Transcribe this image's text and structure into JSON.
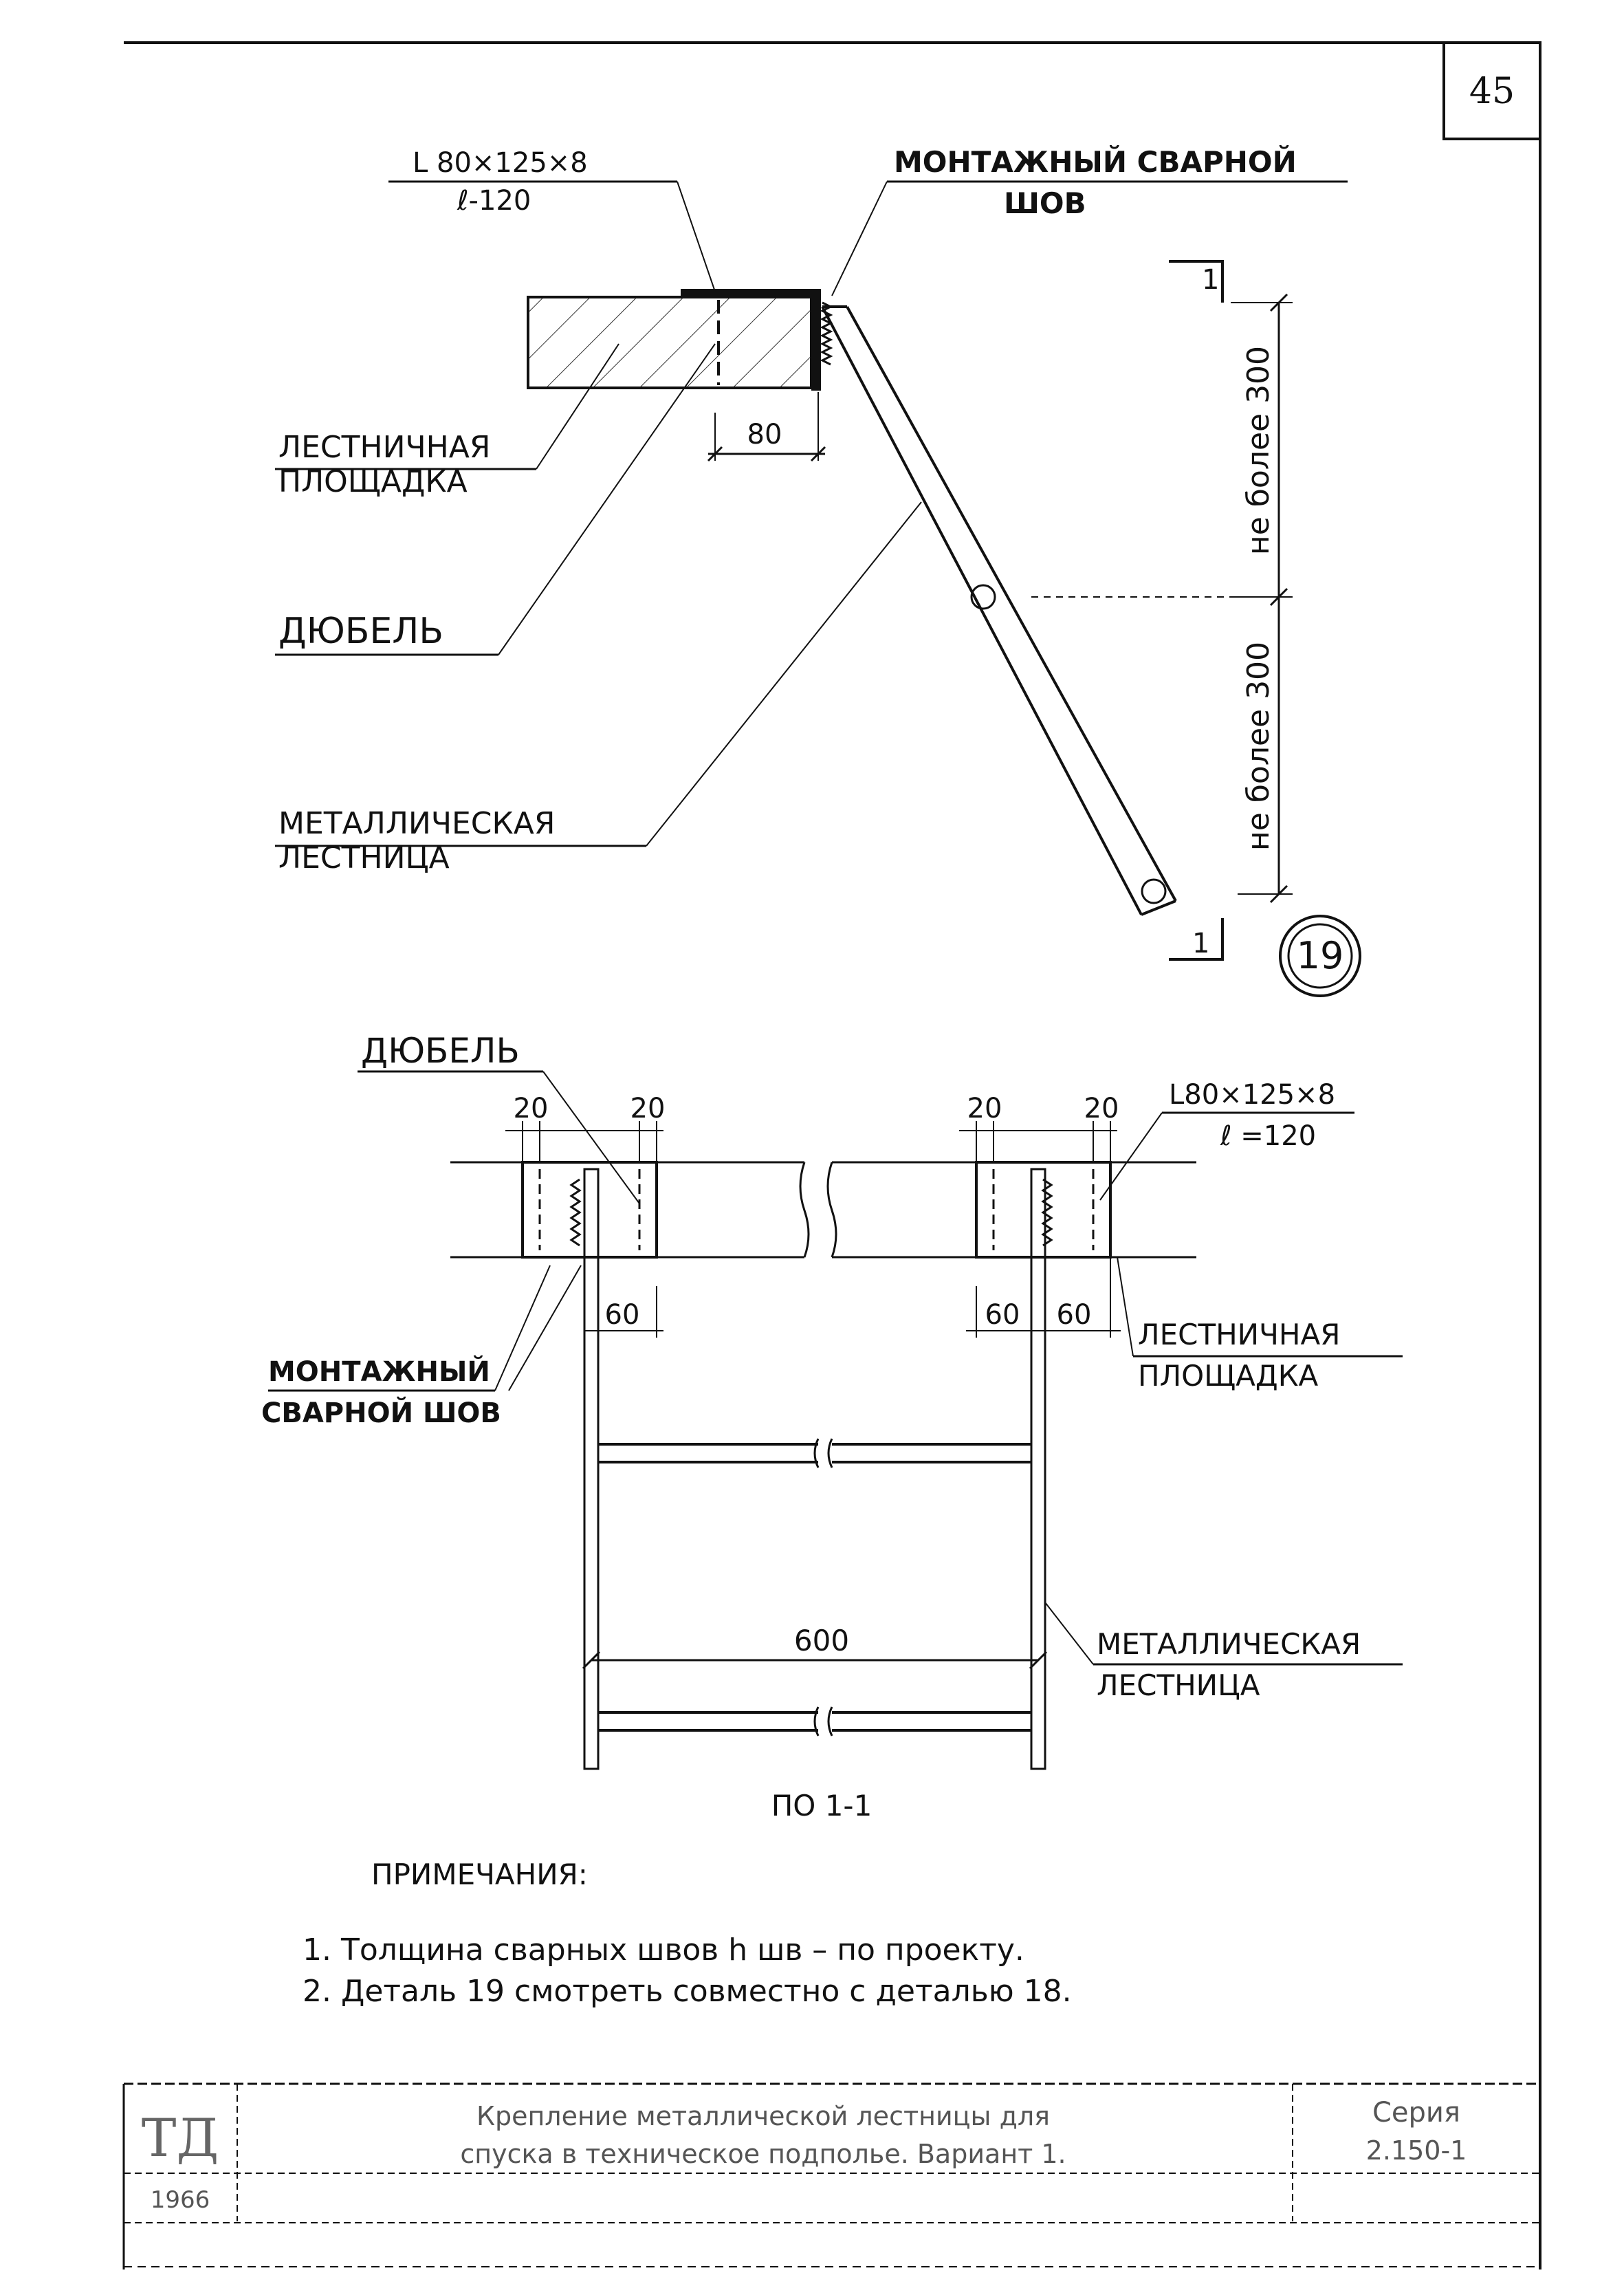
{
  "sheet": {
    "page_number": "45",
    "detail_number": "19",
    "section_marker": "1"
  },
  "elevation": {
    "angle_label_line1": "L 80×125×8",
    "angle_label_line2": "ℓ-120",
    "weld_label_line1": "МОНТАЖНЫЙ СВАРНОЙ",
    "weld_label_line2": "ШОВ",
    "landing_label_line1": "ЛЕСТНИЧНАЯ",
    "landing_label_line2": "ПЛОЩАДКА",
    "dowel_label": "ДЮБЕЛЬ",
    "ladder_label_line1": "МЕТАЛЛИЧЕСКАЯ",
    "ladder_label_line2": "ЛЕСТНИЦА",
    "dim_80": "80",
    "dim_upper": "не более 300",
    "dim_lower": "не более 300"
  },
  "section": {
    "dowel_label": "ДЮБЕЛЬ",
    "dim_20_a": "20",
    "dim_20_b": "20",
    "dim_20_c": "20",
    "dim_20_d": "20",
    "angle_label_line1": "L80×125×8",
    "angle_label_line2": "ℓ =120",
    "dim_60_left": "60",
    "dim_60_mid": "60",
    "dim_60_right": "60",
    "weld_label_line1": "МОНТАЖНЫЙ",
    "weld_label_line2": "СВАРНОЙ ШОВ",
    "landing_label_line1": "ЛЕСТНИЧНАЯ",
    "landing_label_line2": "ПЛОЩАДКА",
    "ladder_label_line1": "МЕТАЛЛИЧЕСКАЯ",
    "ladder_label_line2": "ЛЕСТНИЦА",
    "dim_600": "600",
    "caption": "ПО 1-1"
  },
  "notes": {
    "heading": "ПРИМЕЧАНИЯ:",
    "items": [
      "1. Толщина сварных швов h шв – по проекту.",
      "2. Деталь 19 смотреть совместно с деталью 18."
    ]
  },
  "title_block": {
    "logo": "ТД",
    "title_line1": "Крепление металлической лестницы для",
    "title_line2": "спуска в техническое подполье. Вариант 1.",
    "series_label": "Серия",
    "series_value": "2.150-1",
    "year": "1966"
  }
}
